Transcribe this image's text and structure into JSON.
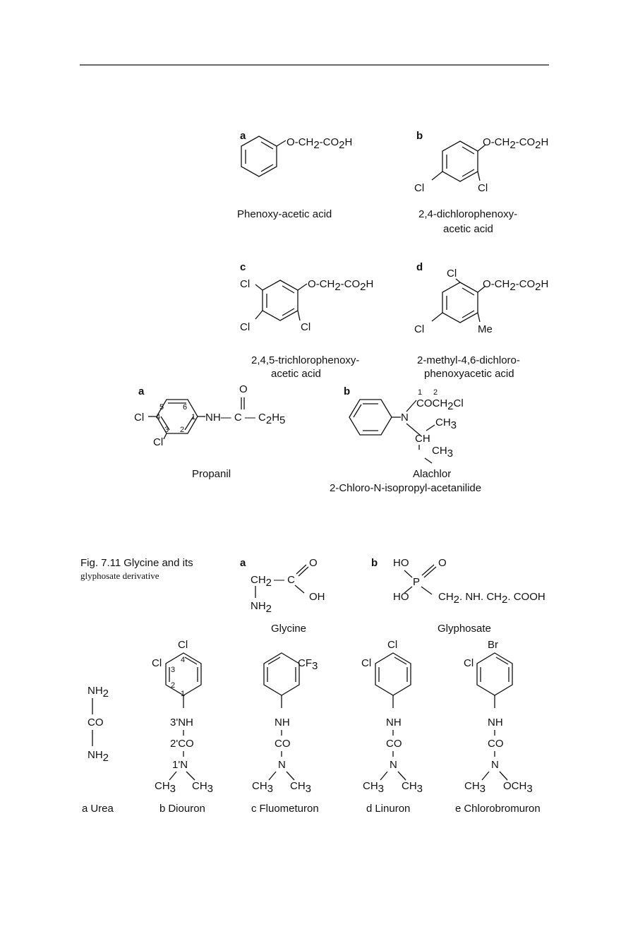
{
  "figure_7_11_caption": {
    "label": "Fig. 7.11",
    "text_line1": "Glycine and its",
    "text_line2": "glyphosate derivative"
  },
  "phenoxy": {
    "panel_a": "a",
    "panel_b": "b",
    "panel_c": "c",
    "panel_d": "d",
    "substituent": "O-CH",
    "sub2": "2",
    "substituent_tail": "-CO",
    "sub2b": "2",
    "h": "H",
    "cl": "Cl",
    "me": "Me",
    "name_a": "Phenoxy-acetic acid",
    "name_b_line1": "2,4-dichlorophenoxy-",
    "name_b_line2": "acetic acid",
    "name_c_line1": "2,4,5-trichlorophenoxy-",
    "name_c_line2": "acetic acid",
    "name_d_line1": "2-methyl-4,6-dichloro-",
    "name_d_line2": "phenoxyacetic acid"
  },
  "anilides": {
    "panel_a": "a",
    "panel_b": "b",
    "propanil_o": "O",
    "propanil_chain": "NH— C — C",
    "propanil_c2h5_sub": "2",
    "propanil_h5": "H",
    "propanil_h5_sub": "5",
    "cl": "Cl",
    "ring_numbers": [
      "1",
      "2",
      "3",
      "4",
      "5",
      "6"
    ],
    "alachlor_n": "N",
    "alachlor_num1": "1",
    "alachlor_num2": "2",
    "alachlor_cocl": "COCH",
    "alachlor_cocl_sub": "2",
    "alachlor_cocl_tail": "Cl",
    "alachlor_ch3": "CH",
    "alachlor_ch3_sub": "3",
    "alachlor_ch": "CH",
    "name_propanil": "Propanil",
    "name_alachlor": "Alachlor",
    "name_alachlor_iupac": "2-Chloro-N-isopropyl-acetanilide"
  },
  "glycine": {
    "panel_a": "a",
    "panel_b": "b",
    "o": "O",
    "oh": "OH",
    "ch2": "CH",
    "ch2_sub": "2",
    "c_bond": "— C",
    "nh2": "NH",
    "nh2_sub": "2",
    "ho": "HO",
    "p": "P",
    "gly_chain": "CH",
    "gly_chain_sub1": "2",
    "gly_chain_mid": ". NH. CH",
    "gly_chain_sub2": "2",
    "gly_chain_tail": ". COOH",
    "name_glycine": "Glycine",
    "name_glyphosate": "Glyphosate"
  },
  "ureas": {
    "nh2": "NH",
    "nh2_sub": "2",
    "co": "CO",
    "nh": "NH",
    "n": "N",
    "ch3": "CH",
    "ch3_sub": "3",
    "och3": "OCH",
    "och3_sub": "3",
    "cl": "Cl",
    "br": "Br",
    "cf3": "CF",
    "cf3_sub": "3",
    "diouron_3nh": "3'NH",
    "diouron_2co": "2'CO",
    "diouron_1n": "1'N",
    "ring_num_1": "1",
    "ring_num_2": "2",
    "ring_num_3": "3",
    "ring_num_4": "4",
    "label_a": "a",
    "label_b": "b",
    "label_c": "c",
    "label_d": "d",
    "label_e": "e",
    "name_urea": "Urea",
    "name_diouron": "Diouron",
    "name_fluometuron": "Fluometuron",
    "name_linuron": "Linuron",
    "name_chlorobromuron": "Chlorobromuron"
  }
}
